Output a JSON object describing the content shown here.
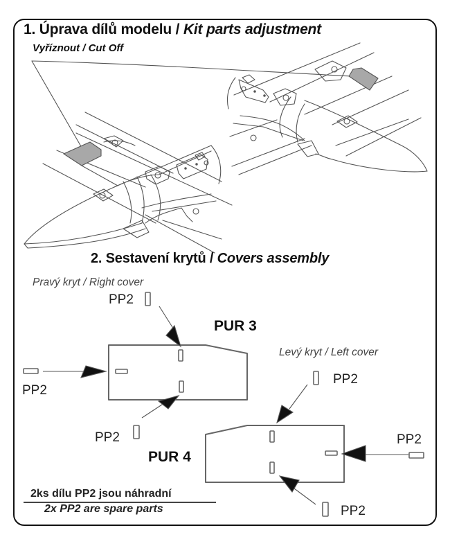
{
  "section1": {
    "number": "1.",
    "title_cz": "Úprava dílů modelu /",
    "title_en": "Kit parts adjustment",
    "callout": "Vyříznout / Cut Off"
  },
  "section2": {
    "number": "2.",
    "title_cz": "Sestavení krytů /",
    "title_en": "Covers assembly",
    "right_cover_label": "Pravý kryt / Right cover",
    "left_cover_label": "Levý kryt / Left cover",
    "right_part_name": "PUR 3",
    "left_part_name": "PUR 4",
    "insert_part": "PP2",
    "inserts": [
      {
        "cover": "right",
        "position": "top",
        "label": "PP2"
      },
      {
        "cover": "right",
        "position": "left",
        "label": "PP2"
      },
      {
        "cover": "right",
        "position": "bottom",
        "label": "PP2"
      },
      {
        "cover": "left",
        "position": "top",
        "label": "PP2"
      },
      {
        "cover": "left",
        "position": "right",
        "label": "PP2"
      },
      {
        "cover": "left",
        "position": "bottom",
        "label": "PP2"
      }
    ]
  },
  "note": {
    "line_cz": "2ks dílu PP2 jsou náhradní",
    "line_en": "2x PP2 are spare parts"
  },
  "colors": {
    "outline": "#111111",
    "drawing_line": "#555555",
    "cutoff_fill": "#a8a8a8"
  }
}
